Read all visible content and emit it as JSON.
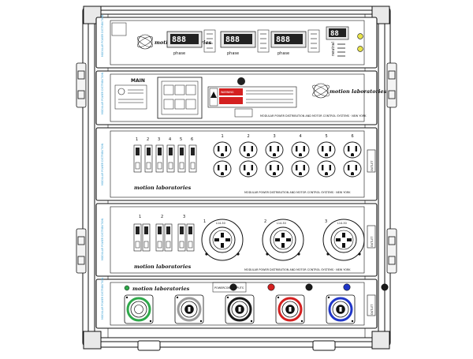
{
  "rack": {
    "side_label": "MODULAR POWER DISTRIBUTION",
    "panel_tag": "OUTLET"
  },
  "meter_panel": {
    "logo_text": "motion laboratories",
    "phase_labels": [
      "phase",
      "phase",
      "phase"
    ],
    "status_label": "neutral"
  },
  "main_panel": {
    "title": "MAIN",
    "warning_text": "WARNING",
    "footer": "MODULAR POWER DISTRIBUTION AND MOTOR CONTROL SYSTEMS · NEW YORK",
    "logo_text": "motion laboratories"
  },
  "edison_panel": {
    "breaker_numbers": [
      "1",
      "2",
      "3",
      "4",
      "5",
      "6"
    ],
    "outlet_numbers": [
      "1",
      "2",
      "3",
      "4",
      "5",
      "6"
    ],
    "brand": "motion laboratories",
    "footer": "MODULAR POWER DISTRIBUTION AND MOTOR CONTROL SYSTEMS · NEW YORK"
  },
  "twistlock_panel": {
    "breaker_numbers": [
      "1",
      "2",
      "3"
    ],
    "outlet_numbers": [
      "1",
      "2",
      "3"
    ],
    "connector_label": "L14-30",
    "brand": "motion laboratories",
    "footer": "MODULAR POWER DISTRIBUTION AND MOTOR CONTROL SYSTEMS · NEW YORK"
  },
  "powercon_panel": {
    "brand": "motion laboratories",
    "note": "POWERCON OUTPUTS",
    "connector_colors": [
      "#2ea84a",
      "#9a9a9a",
      "#1a1a1a",
      "#d42020",
      "#2036c8"
    ],
    "indicator_colors": [
      "#1a1a1a",
      "#d42020",
      "#1a1a1a",
      "#2036c8",
      "#1a1a1a"
    ]
  }
}
